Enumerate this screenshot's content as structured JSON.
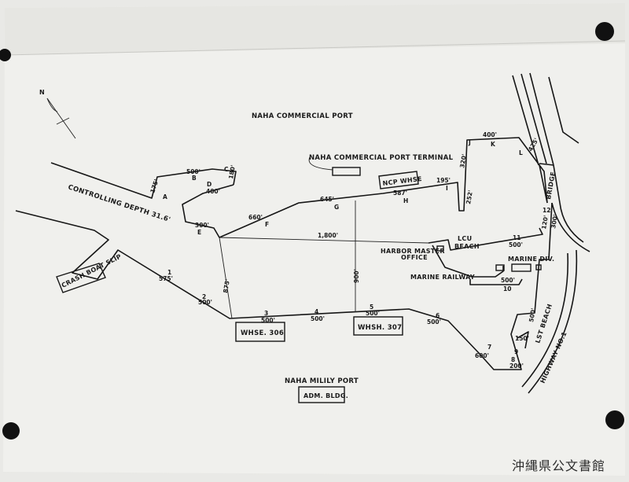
{
  "map": {
    "title_commercial": "NAHA COMMERCIAL PORT",
    "terminal": "NAHA COMMERCIAL PORT TERMINAL",
    "ncp_whse": "NCP WHSE",
    "controlling_depth": "CONTROLLING DEPTH 31.6'",
    "crash_boat_slip": "CRASH BOAT SLIP",
    "harbor_master": "HARBOR MASTER",
    "office": "OFFICE",
    "lcu": "LCU",
    "beach": "BEACH",
    "marine_railway": "MARINE RAILWAY",
    "marine_div": "MARINE DIV.",
    "lst_beach": "LST BEACH",
    "highway": "HIGHWAY NO.1",
    "bridge": "BRIDGE",
    "whse306": "WHSE. 306",
    "whsh307": "WHSH. 307",
    "military_port": "NAHA MILILY PORT",
    "adm_bldg": "ADM. BLDG.",
    "north": "N"
  },
  "dims": {
    "d175": "175'",
    "d500a": "500'",
    "d180": "180'",
    "d400a": "400'",
    "d300a": "300'",
    "d660": "660'",
    "d645": "645'",
    "d587": "587'",
    "d195": "195'",
    "d320": "320'",
    "d252": "252'",
    "d400k": "400'",
    "d425": "425'",
    "d1800": "1,800'",
    "d900": "900'",
    "d875": "875'",
    "d575": "575'",
    "d500b": "500'",
    "d500c": "500'",
    "d500d": "500'",
    "d500e": "500'",
    "d500f": "500'",
    "d600": "600'",
    "d200": "200'",
    "d150": "150'",
    "d500g": "500'",
    "d500h": "500'",
    "d500i": "500'",
    "d300b": "300'",
    "d120": "120'"
  },
  "points": {
    "A": "A",
    "B": "B",
    "C": "C",
    "D": "D",
    "E": "E",
    "F": "F",
    "G": "G",
    "H": "H",
    "I": "I",
    "J": "J",
    "K": "K",
    "L": "L",
    "p1": "1",
    "p2": "2",
    "p3": "3",
    "p4": "4",
    "p5": "5",
    "p6": "6",
    "p7": "7",
    "p8": "8",
    "p9": "9",
    "p10": "10",
    "p11": "11",
    "p12": "12"
  },
  "archive": "沖縄県公文書館"
}
